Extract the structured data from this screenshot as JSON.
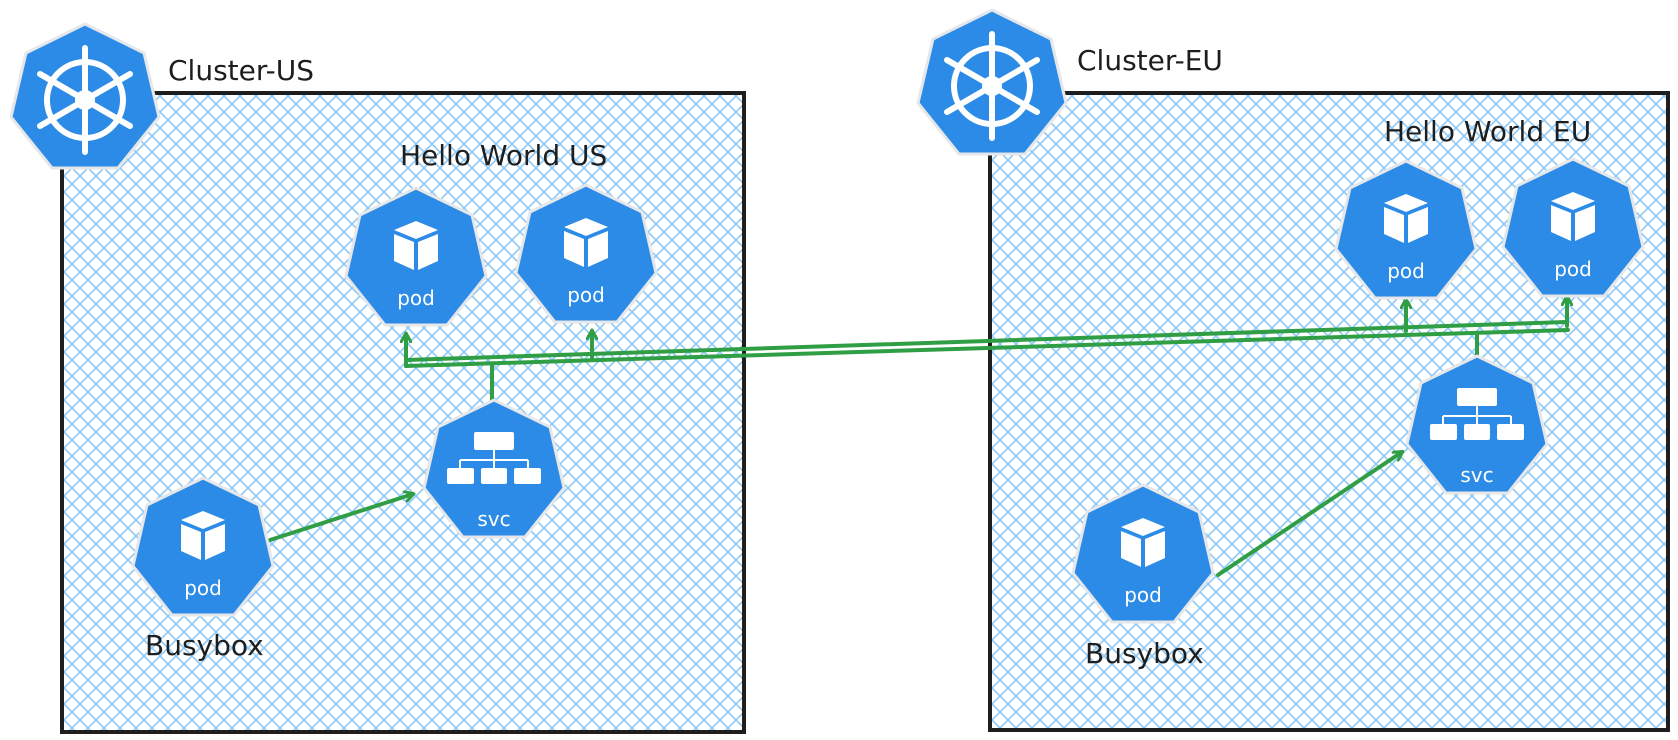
{
  "colors": {
    "k8s_blue": "#2b8be6",
    "hatch_blue": "#8ec8f5",
    "link_green": "#2f9e44",
    "box_stroke": "#1e1e1e"
  },
  "clusters": [
    {
      "label": "Cluster-US",
      "group_label": "Hello World US",
      "client_label": "Busybox",
      "icon": "kubernetes-helm-icon"
    },
    {
      "label": "Cluster-EU",
      "group_label": "Hello World EU",
      "client_label": "Busybox",
      "icon": "kubernetes-helm-icon"
    }
  ],
  "icon_labels": {
    "pod": "pod",
    "svc": "svc"
  }
}
